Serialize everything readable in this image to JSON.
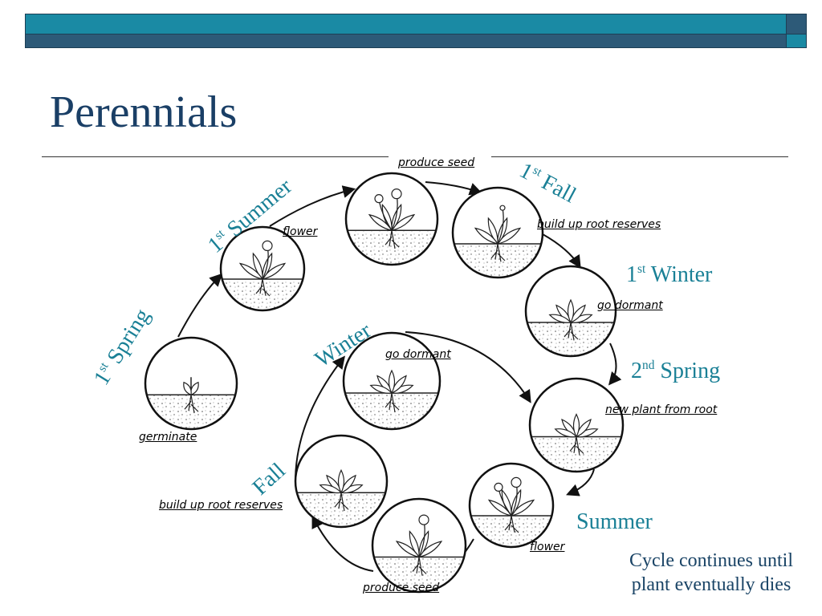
{
  "slide": {
    "title": "Perennials",
    "note_lines": [
      "Cycle continues until",
      "plant eventually dies"
    ]
  },
  "captions": {
    "germinate": "germinate",
    "flower1": "flower",
    "produce_seed1": "produce seed",
    "root_reserves1": "build up root reserves",
    "dormant1": "go dormant",
    "new_plant": "new plant from root",
    "flower2": "flower",
    "produce_seed2": "produce seed",
    "root_reserves2": "build up root reserves",
    "dormant2": "go dormant"
  },
  "seasons": {
    "spring1": {
      "num": "1",
      "sup": "st",
      "word": "Spring"
    },
    "summer1": {
      "num": "1",
      "sup": "st",
      "word": "Summer"
    },
    "fall1": {
      "num": "1",
      "sup": "st",
      "word": "Fall"
    },
    "winter1": {
      "num": "1",
      "sup": "st",
      "word": "Winter"
    },
    "spring2": {
      "num": "2",
      "sup": "nd",
      "word": "Spring"
    },
    "summer": "Summer",
    "fall": "Fall",
    "winter": "Winter"
  },
  "colors": {
    "title": "#1a3f66",
    "season": "#1a8096",
    "band_light": "#1a8aa4",
    "band_dark": "#2d5a78"
  }
}
